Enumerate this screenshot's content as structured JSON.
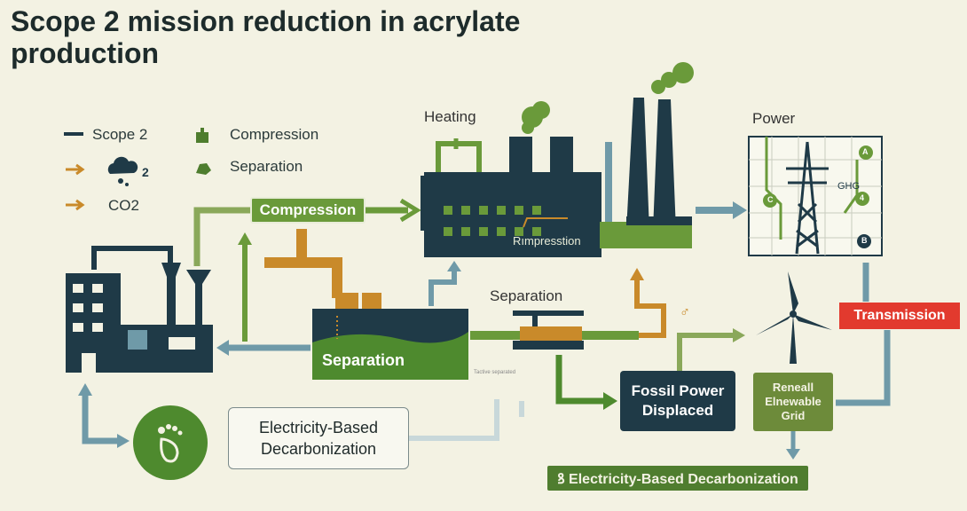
{
  "title": "Scope 2 mission reduction in acrylate production",
  "legend": {
    "scope2": "Scope 2",
    "compression": "Compression",
    "separation": "Separation",
    "co2_arrow_label": "CO2",
    "cloud_subscript": "2"
  },
  "labels": {
    "heating": "Heating",
    "power": "Power",
    "compression_box": "Compression",
    "factory_sign": "Rımpresstion",
    "separation_tank": "Separation",
    "separation_pipe": "Separation",
    "fossil_line1": "Fossil Power",
    "fossil_line2": "Displaced",
    "grid_line1": "Reneall",
    "grid_line2": "Elnewable",
    "grid_line3": "Grid",
    "transmission": "Transmission",
    "ebd_line1": "Electricity-Based",
    "ebd_line2": "Decarbonization",
    "banner": "ꝸ Electricity-Based Decarbonization",
    "ghg": "GHG",
    "tiny_caption": "Tactive separated",
    "grid_marker_a": "A",
    "grid_marker_c": "C",
    "grid_marker_4": "4",
    "grid_marker_b": "B",
    "misc_glyph": "♂"
  },
  "colors": {
    "background": "#f3f2e3",
    "dark_teal": "#1f3a47",
    "green": "#6a9a3a",
    "dark_green": "#4e8a2e",
    "orange": "#c98a2a",
    "steel_blue": "#6f9aa8",
    "red": "#e23a2e"
  }
}
